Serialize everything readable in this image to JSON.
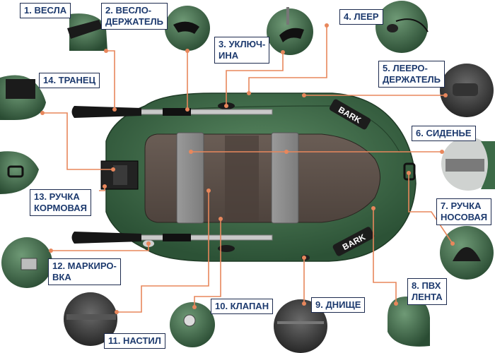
{
  "colors": {
    "hull": "#3c6a47",
    "hull_light": "#5b8a63",
    "hull_dark": "#24452d",
    "floor": "#5c5049",
    "seat": "#8b8b8b",
    "leader_line": "#e8875c",
    "label_border": "#1d2b4f",
    "label_text": "#1d3a6e"
  },
  "brand": "BARK",
  "labels": [
    {
      "id": "oars",
      "line1": "1. ВЕСЛА",
      "line2": ""
    },
    {
      "id": "oar-holder",
      "line1": "2. ВЕСЛО-",
      "line2": "ДЕРЖАТЕЛЬ"
    },
    {
      "id": "oarlock",
      "line1": "3. УКЛЮЧ-",
      "line2": "ИНА"
    },
    {
      "id": "lifeline",
      "line1": "4. ЛЕЕР",
      "line2": ""
    },
    {
      "id": "lifeline-holder",
      "line1": "5. ЛЕЕРО-",
      "line2": "ДЕРЖАТЕЛЬ"
    },
    {
      "id": "seat",
      "line1": "6. СИДЕНЬЕ",
      "line2": ""
    },
    {
      "id": "bow-handle",
      "line1": "7. РУЧКА",
      "line2": "НОСОВАЯ"
    },
    {
      "id": "pvc-strip",
      "line1": "8. ПВХ",
      "line2": "ЛЕНТА"
    },
    {
      "id": "bottom",
      "line1": "9. ДНИЩЕ",
      "line2": ""
    },
    {
      "id": "valve",
      "line1": "10. КЛАПАН",
      "line2": ""
    },
    {
      "id": "floorboard",
      "line1": "11. НАСТИЛ",
      "line2": ""
    },
    {
      "id": "marking",
      "line1": "12. МАРКИРО-",
      "line2": "ВКА"
    },
    {
      "id": "stern-handle",
      "line1": "13. РУЧКА",
      "line2": "КОРМОВАЯ"
    },
    {
      "id": "transom",
      "line1": "14. ТРАНЕЦ",
      "line2": ""
    }
  ]
}
